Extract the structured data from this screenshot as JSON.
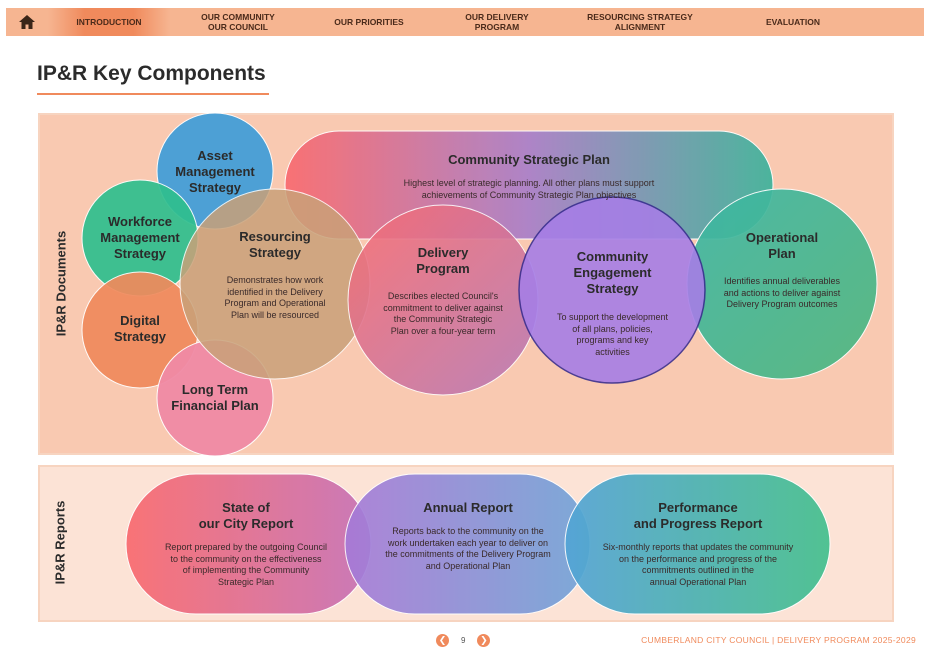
{
  "nav": {
    "items": [
      {
        "label": "INTRODUCTION",
        "active": true
      },
      {
        "label": "OUR COMMUNITY\nOUR COUNCIL",
        "active": false
      },
      {
        "label": "OUR PRIORITIES",
        "active": false
      },
      {
        "label": "OUR DELIVERY\nPROGRAM",
        "active": false
      },
      {
        "label": "RESOURCING STRATEGY\nALIGNMENT",
        "active": false
      },
      {
        "label": "EVALUATION",
        "active": false
      }
    ]
  },
  "page_title": "IP&R Key Components",
  "documents": {
    "label": "IP&R Documents",
    "csp": {
      "title": "Community Strategic Plan",
      "desc": "Highest level of strategic planning. All other plans must support\nachievements of Community Strategic Plan objectives"
    },
    "asset": {
      "title": "Asset\nManagement\nStrategy"
    },
    "workforce": {
      "title": "Workforce\nManagement\nStrategy"
    },
    "digital": {
      "title": "Digital\nStrategy"
    },
    "ltfp": {
      "title": "Long Term\nFinancial Plan"
    },
    "resourcing": {
      "title": "Resourcing\nStrategy",
      "desc": "Demonstrates how work\nidentified in the Delivery\nProgram and Operational\nPlan will be resourced"
    },
    "delivery": {
      "title": "Delivery\nProgram",
      "desc": "Describes elected Council's\ncommitment to deliver against\nthe Community Strategic\nPlan over a four-year term"
    },
    "engagement": {
      "title": "Community\nEngagement\nStrategy",
      "desc": "To support the development\nof all plans, policies,\nprograms and key\nactivities"
    },
    "operational": {
      "title": "Operational\nPlan",
      "desc": "Identifies annual deliverables\nand actions to deliver against\nDelivery Program outcomes"
    }
  },
  "reports": {
    "label": "IP&R Reports",
    "state": {
      "title": "State of\nour City Report",
      "desc": "Report prepared by the outgoing Council\nto the community on the effectiveness\nof implementing the Community\nStrategic Plan"
    },
    "annual": {
      "title": "Annual Report",
      "desc": "Reports back to the community on the\nwork undertaken each year to deliver on\nthe commitments of the Delivery Program\nand Operational Plan"
    },
    "performance": {
      "title": "Performance\nand Progress Report",
      "desc": "Six-monthly reports that updates the community\non the performance and progress of the\ncommitments outlined in the\nannual Operational Plan"
    }
  },
  "footer": {
    "page_number": "9",
    "prev_icon": "chevron-left-icon",
    "next_icon": "chevron-right-icon",
    "text": "CUMBERLAND CITY COUNCIL  |  DELIVERY PROGRAM 2025-2029"
  },
  "colors": {
    "accent": "#f08a5c",
    "nav_bg": "#f6b591",
    "docs_panel": "#f9c9b1",
    "reports_panel": "#fce3d6",
    "asset": "#3f9dd9",
    "workforce": "#2fbf8e",
    "digital": "#f08a5c",
    "ltfp": "#f08aa5",
    "resourcing": "#c9a179",
    "engagement": "#a67ee6"
  }
}
